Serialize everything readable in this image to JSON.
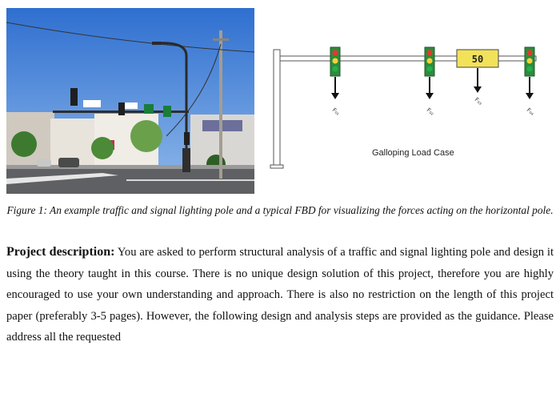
{
  "figure": {
    "fbd_label": "Galloping Load Case",
    "sign_text": "50",
    "forces": [
      "F₀₁",
      "F₀₂",
      "F₀₃",
      "F₀₄"
    ],
    "caption": "Figure 1: An example traffic and signal lighting pole and a typical FBD for visualizing the forces acting on the horizontal pole."
  },
  "description": {
    "heading": "Project description:",
    "body": "You are asked to perform structural analysis of a traffic and signal lighting pole and design it using the theory taught in this course. There is no unique design solution of this project, therefore you are highly encouraged to use your own understanding and approach. There is also no restriction on the length of this project paper (preferably 3-5 pages). However, the following design and analysis steps are provided as the guidance. Please address all the requested"
  },
  "colors": {
    "sky": "#3f7fd6",
    "road": "#6b6b6b",
    "signal_body": "#2f8a3d",
    "sign_fill": "#f2e25a"
  }
}
